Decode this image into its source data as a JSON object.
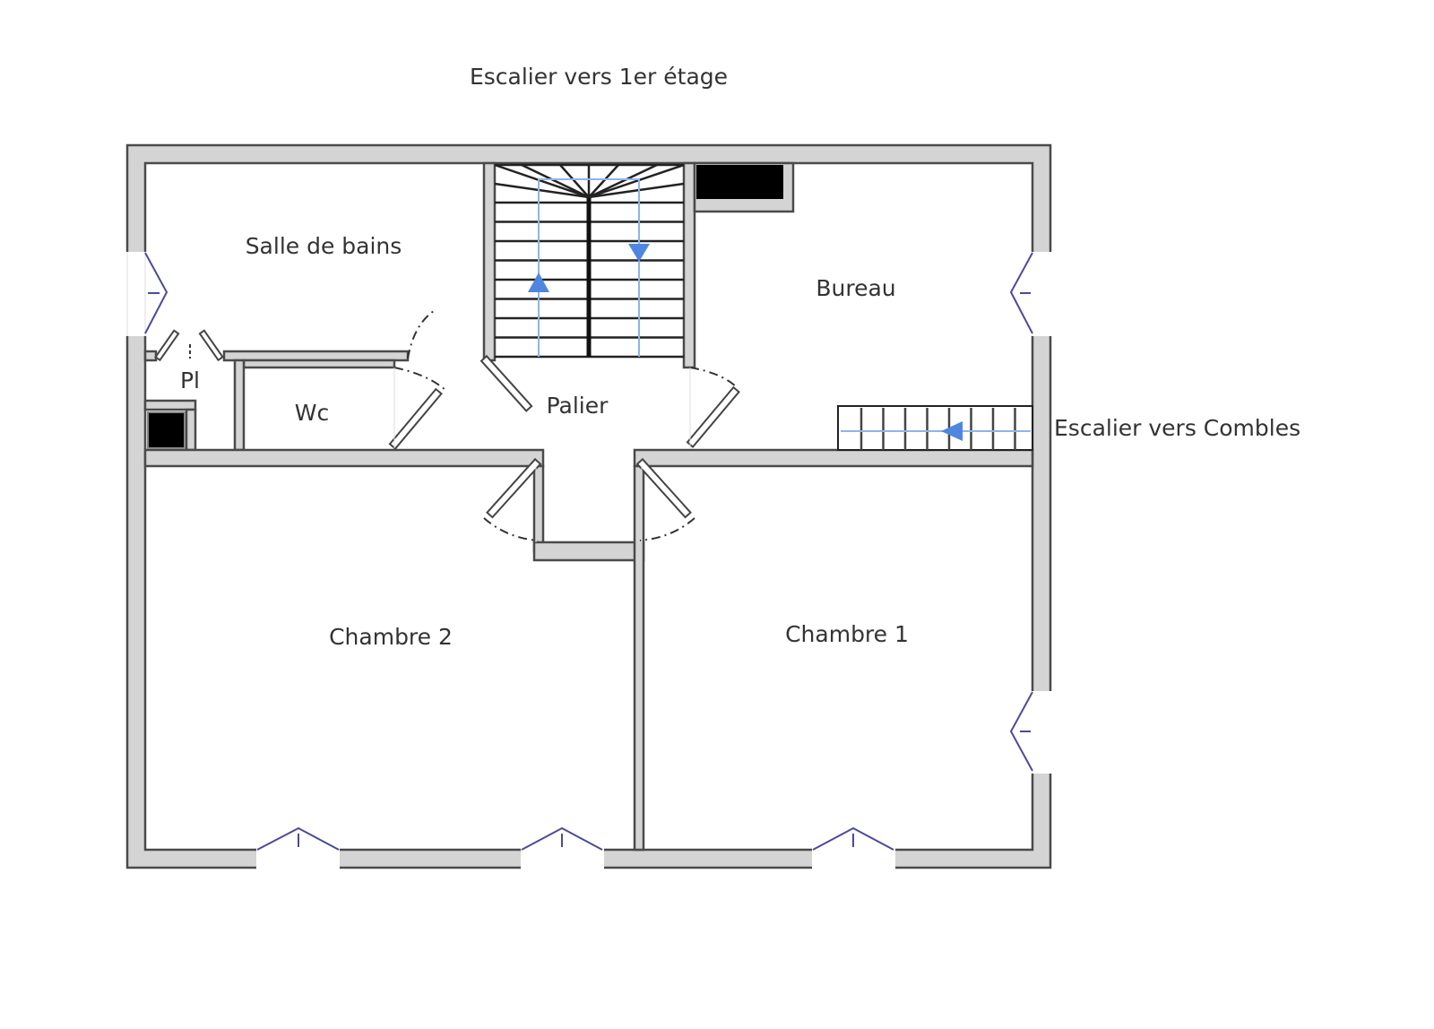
{
  "plan": {
    "labels": {
      "stairs_first_floor": "Escalier vers 1er étage",
      "stairs_attic": "Escalier vers Combles",
      "bathroom": "Salle de bains",
      "closet": "Pl",
      "toilet": "Wc",
      "landing": "Palier",
      "office": "Bureau",
      "bedroom2": "Chambre 2",
      "bedroom1": "Chambre 1"
    },
    "colors": {
      "wall": "#d4d4d4",
      "wall_outline": "#4a4a4a",
      "stair_arrow": "#4f86e0",
      "window": "#4a4a9a"
    }
  }
}
